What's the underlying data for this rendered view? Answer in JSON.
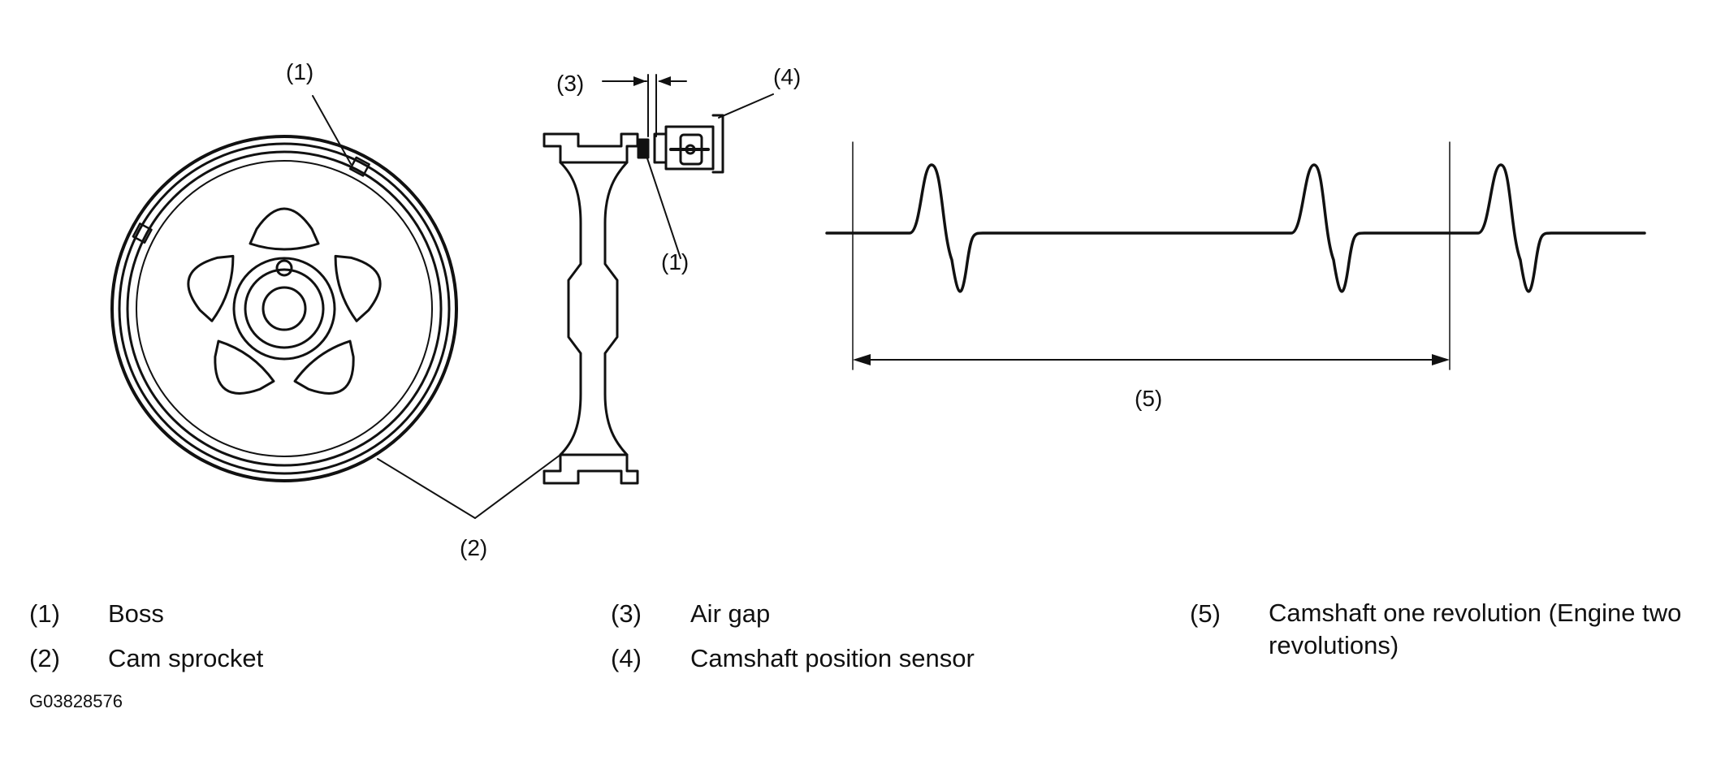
{
  "callouts": {
    "boss_sprocket": "(1)",
    "boss_side": "(1)",
    "cam_sprocket": "(2)",
    "air_gap": "(3)",
    "sensor": "(4)",
    "revolution": "(5)"
  },
  "legend": [
    {
      "num": "(1)",
      "text": "Boss"
    },
    {
      "num": "(2)",
      "text": "Cam sprocket"
    },
    {
      "num": "(3)",
      "text": "Air gap"
    },
    {
      "num": "(4)",
      "text": "Camshaft position sensor"
    },
    {
      "num": "(5)",
      "text": "Camshaft one revolution (Engine two revolutions)"
    }
  ],
  "image_code": "G03828576"
}
